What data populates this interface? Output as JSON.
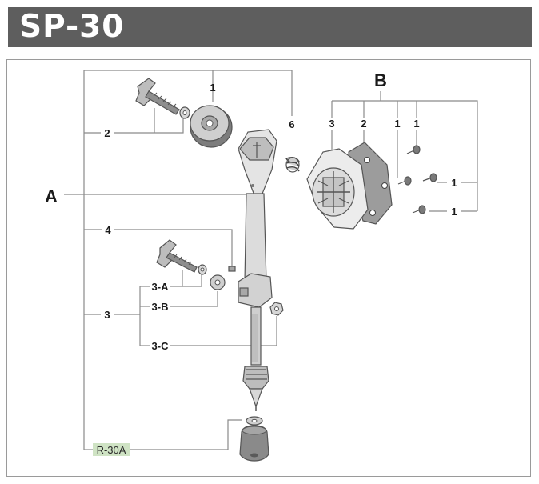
{
  "title": "SP-30",
  "callouts": {
    "group_a": "A",
    "group_b": "B",
    "l1_top": "1",
    "l2": "2",
    "l6": "6",
    "l4": "4",
    "l3": "3",
    "l3a": "3-A",
    "l3b": "3-B",
    "l3c": "3-C",
    "b3": "3",
    "b2": "2",
    "b1a": "1",
    "b1b": "1",
    "b1c": "1",
    "b1d": "1",
    "r30a": "R-30A"
  },
  "colors": {
    "title_bar": "#5e5e5e",
    "r30a_highlight": "#cfe3c4",
    "part_fill": "#e6e6e6",
    "part_dark": "#9c9c9c"
  }
}
